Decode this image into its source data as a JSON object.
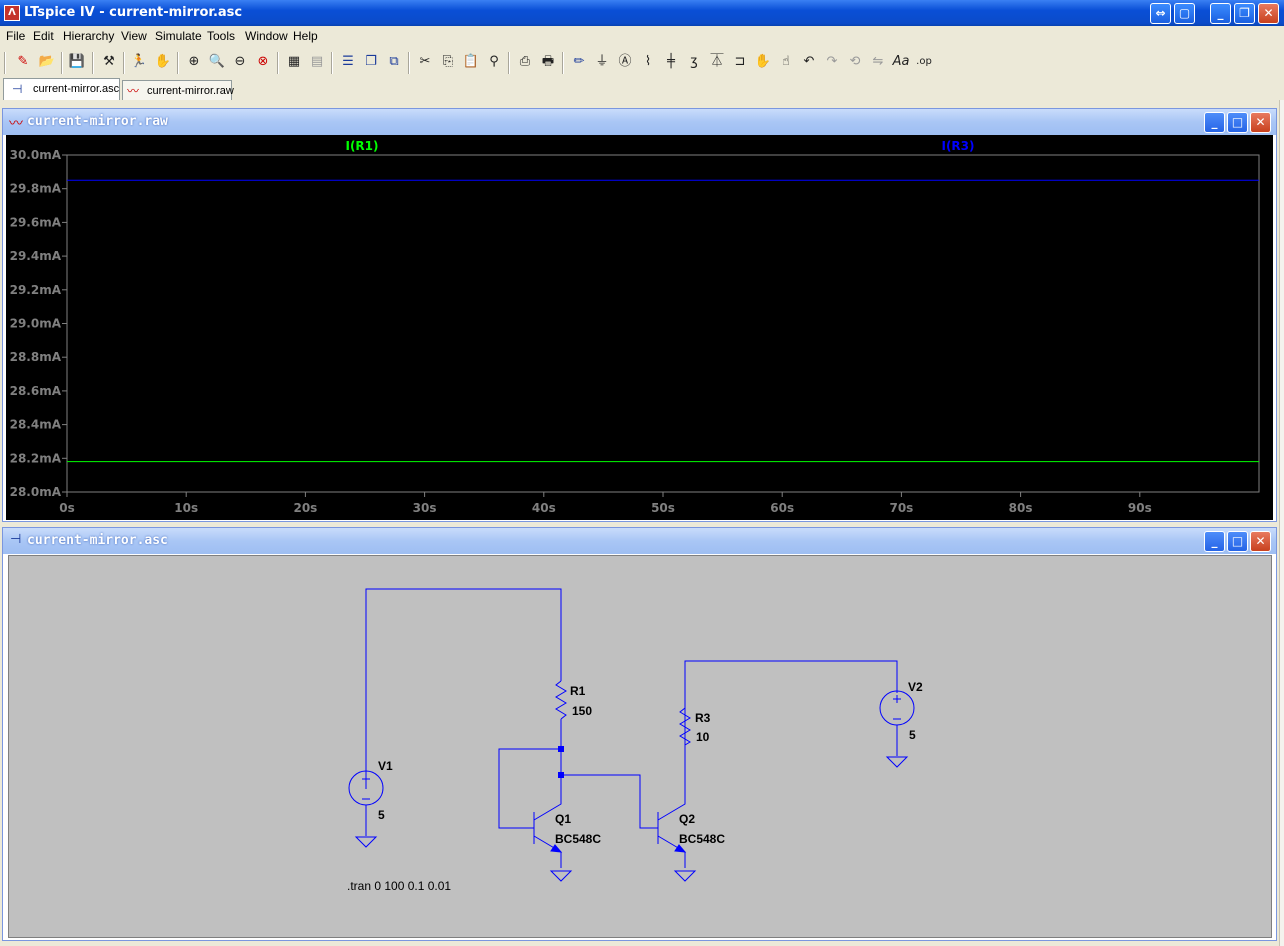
{
  "window": {
    "title": "LTspice IV - current-mirror.asc",
    "icon": "ltspice-icon"
  },
  "menu": [
    {
      "label": "File"
    },
    {
      "label": "Edit"
    },
    {
      "label": "Hierarchy"
    },
    {
      "label": "View"
    },
    {
      "label": "Simulate"
    },
    {
      "label": "Tools"
    },
    {
      "label": "Window"
    },
    {
      "label": "Help"
    }
  ],
  "toolbar": [
    "new-schematic-icon",
    "open-icon",
    "save-icon",
    "control-panel-icon",
    "run-icon",
    "halt-icon",
    "zoom-in-icon",
    "zoom-area-icon",
    "zoom-out-icon",
    "zoom-fit-icon",
    "autorange-icon",
    "plot-settings-icon",
    "tile-horizontal-icon",
    "cascade-icon",
    "tile-icon",
    "cut-icon",
    "copy-icon",
    "paste-icon",
    "find-icon",
    "print-preview-icon",
    "print-icon",
    "wire-icon",
    "ground-icon",
    "label-icon",
    "resistor-icon",
    "capacitor-icon",
    "inductor-icon",
    "diode-icon",
    "component-icon",
    "move-icon",
    "drag-icon",
    "undo-icon",
    "redo-icon",
    "rotate-icon",
    "mirror-icon",
    "text-icon",
    "spice-directive-icon"
  ],
  "tabs": [
    {
      "label": "current-mirror.asc",
      "active": true,
      "icon": "schematic-tab-icon"
    },
    {
      "label": "current-mirror.raw",
      "active": false,
      "icon": "waveform-tab-icon"
    }
  ],
  "plot_window": {
    "title": "current-mirror.raw"
  },
  "schematic_window": {
    "title": "current-mirror.asc"
  },
  "chart_data": {
    "type": "line",
    "series": [
      {
        "name": "I(R1)",
        "color": "#00ff00",
        "x": [
          0,
          100
        ],
        "y": [
          28.18,
          28.18
        ]
      },
      {
        "name": "I(R3)",
        "color": "#0000ff",
        "x": [
          0,
          100
        ],
        "y": [
          29.85,
          29.85
        ]
      }
    ],
    "xticks": [
      "0s",
      "10s",
      "20s",
      "30s",
      "40s",
      "50s",
      "60s",
      "70s",
      "80s",
      "90s"
    ],
    "yticks": [
      "30.0mA",
      "29.8mA",
      "29.6mA",
      "29.4mA",
      "29.2mA",
      "29.0mA",
      "28.8mA",
      "28.6mA",
      "28.4mA",
      "28.2mA",
      "28.0mA"
    ],
    "xlim": [
      0,
      100
    ],
    "ylim": [
      28.0,
      30.0
    ],
    "background": "#000000",
    "grid": false,
    "legend_placement": "top"
  },
  "schematic": {
    "components": [
      {
        "ref": "R1",
        "value": "150"
      },
      {
        "ref": "R3",
        "value": "10"
      },
      {
        "ref": "V1",
        "value": "5"
      },
      {
        "ref": "V2",
        "value": "5"
      },
      {
        "ref": "Q1",
        "value": "BC548C"
      },
      {
        "ref": "Q2",
        "value": "BC548C"
      }
    ],
    "directive": ".tran 0 100 0.1 0.01",
    "wire_color": "#0000ff",
    "background": "#c0c0c0"
  },
  "colors": {
    "titlebar": "#0a4fd6",
    "menubar": "#ece9d8",
    "plot_bg": "#000000",
    "schematic_bg": "#c0c0c0"
  }
}
